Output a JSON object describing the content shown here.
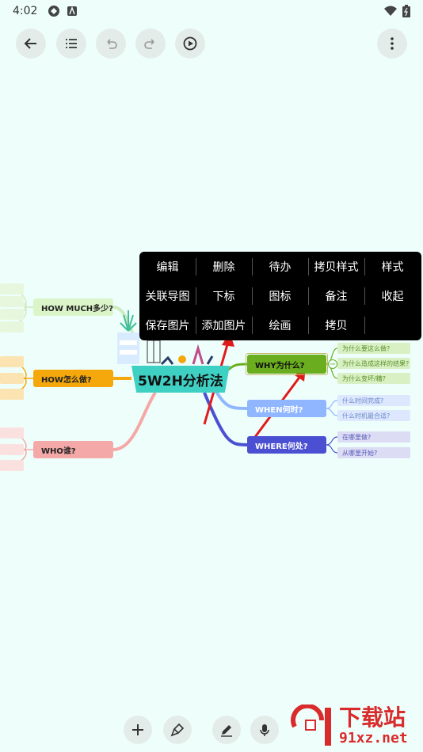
{
  "status_bar": {
    "time": "4:02"
  },
  "toolbar": {
    "back": "back-icon",
    "outline": "list-icon",
    "undo": "undo-icon",
    "redo": "redo-icon",
    "play": "play-icon",
    "more": "more-vertical-icon"
  },
  "context_menu": {
    "row1": [
      "编辑",
      "删除",
      "待办",
      "拷贝样式",
      "样式"
    ],
    "row2": [
      "关联导图",
      "下标",
      "图标",
      "备注",
      "收起"
    ],
    "row3": [
      "保存图片",
      "添加图片",
      "绘画",
      "拷贝"
    ]
  },
  "mindmap": {
    "center": "5W2H分析法",
    "how_much": "HOW MUCH多少?",
    "how": "HOW怎么做?",
    "who": "WHO谁?",
    "why": "WHY为什么?",
    "why_leaves": [
      "为什么要这么做?",
      "为什么造成这样的结果?",
      "为什么变坏/糟?"
    ],
    "when": "WHEN何时?",
    "when_leaves": [
      "什么时间完成?",
      "什么时机最合适?"
    ],
    "where": "WHERE何处?",
    "where_leaves": [
      "在哪里做?",
      "从哪里开始?"
    ]
  },
  "watermark": {
    "text": "下载站",
    "url": "91xz.net"
  },
  "colors": {
    "background": "#eefffb",
    "why": "#6aad1e",
    "when": "#8fb6ff",
    "where": "#4b4fd2",
    "how": "#f5a80c",
    "who": "#f5a8a8",
    "how_much": "#dbf5c9",
    "center": "#3fd0c4",
    "arrow": "#e01b1b"
  }
}
